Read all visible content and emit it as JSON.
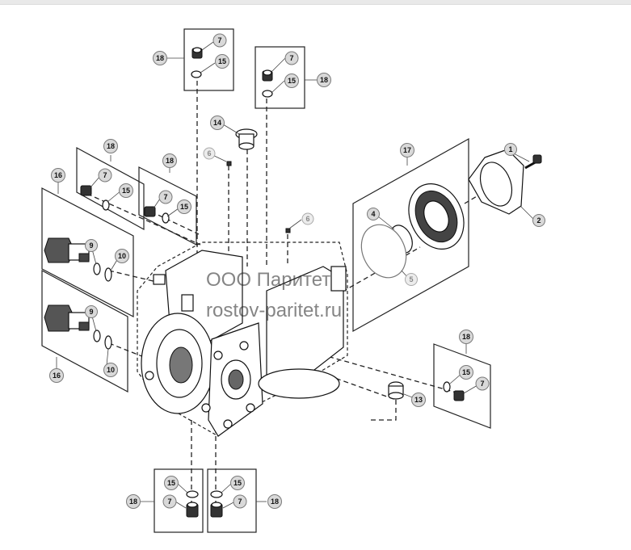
{
  "watermark": {
    "line1": "ООО Паритет",
    "line2": "rostov-paritet.ru"
  },
  "callouts": {
    "c1": "1",
    "c2": "2",
    "c4": "4",
    "c5": "5",
    "c6a": "6",
    "c6b": "6",
    "c7a": "7",
    "c7b": "7",
    "c7c": "7",
    "c7d": "7",
    "c7e": "7",
    "c7f": "7",
    "c7g": "7",
    "c9a": "9",
    "c9b": "9",
    "c10a": "10",
    "c10b": "10",
    "c13": "13",
    "c14": "14",
    "c15a": "15",
    "c15b": "15",
    "c15c": "15",
    "c15d": "15",
    "c15e": "15",
    "c15f": "15",
    "c15g": "15",
    "c16a": "16",
    "c16b": "16",
    "c17": "17",
    "c18a": "18",
    "c18b": "18",
    "c18c": "18",
    "c18d": "18",
    "c18e": "18",
    "c18f": "18",
    "c18g": "18"
  }
}
